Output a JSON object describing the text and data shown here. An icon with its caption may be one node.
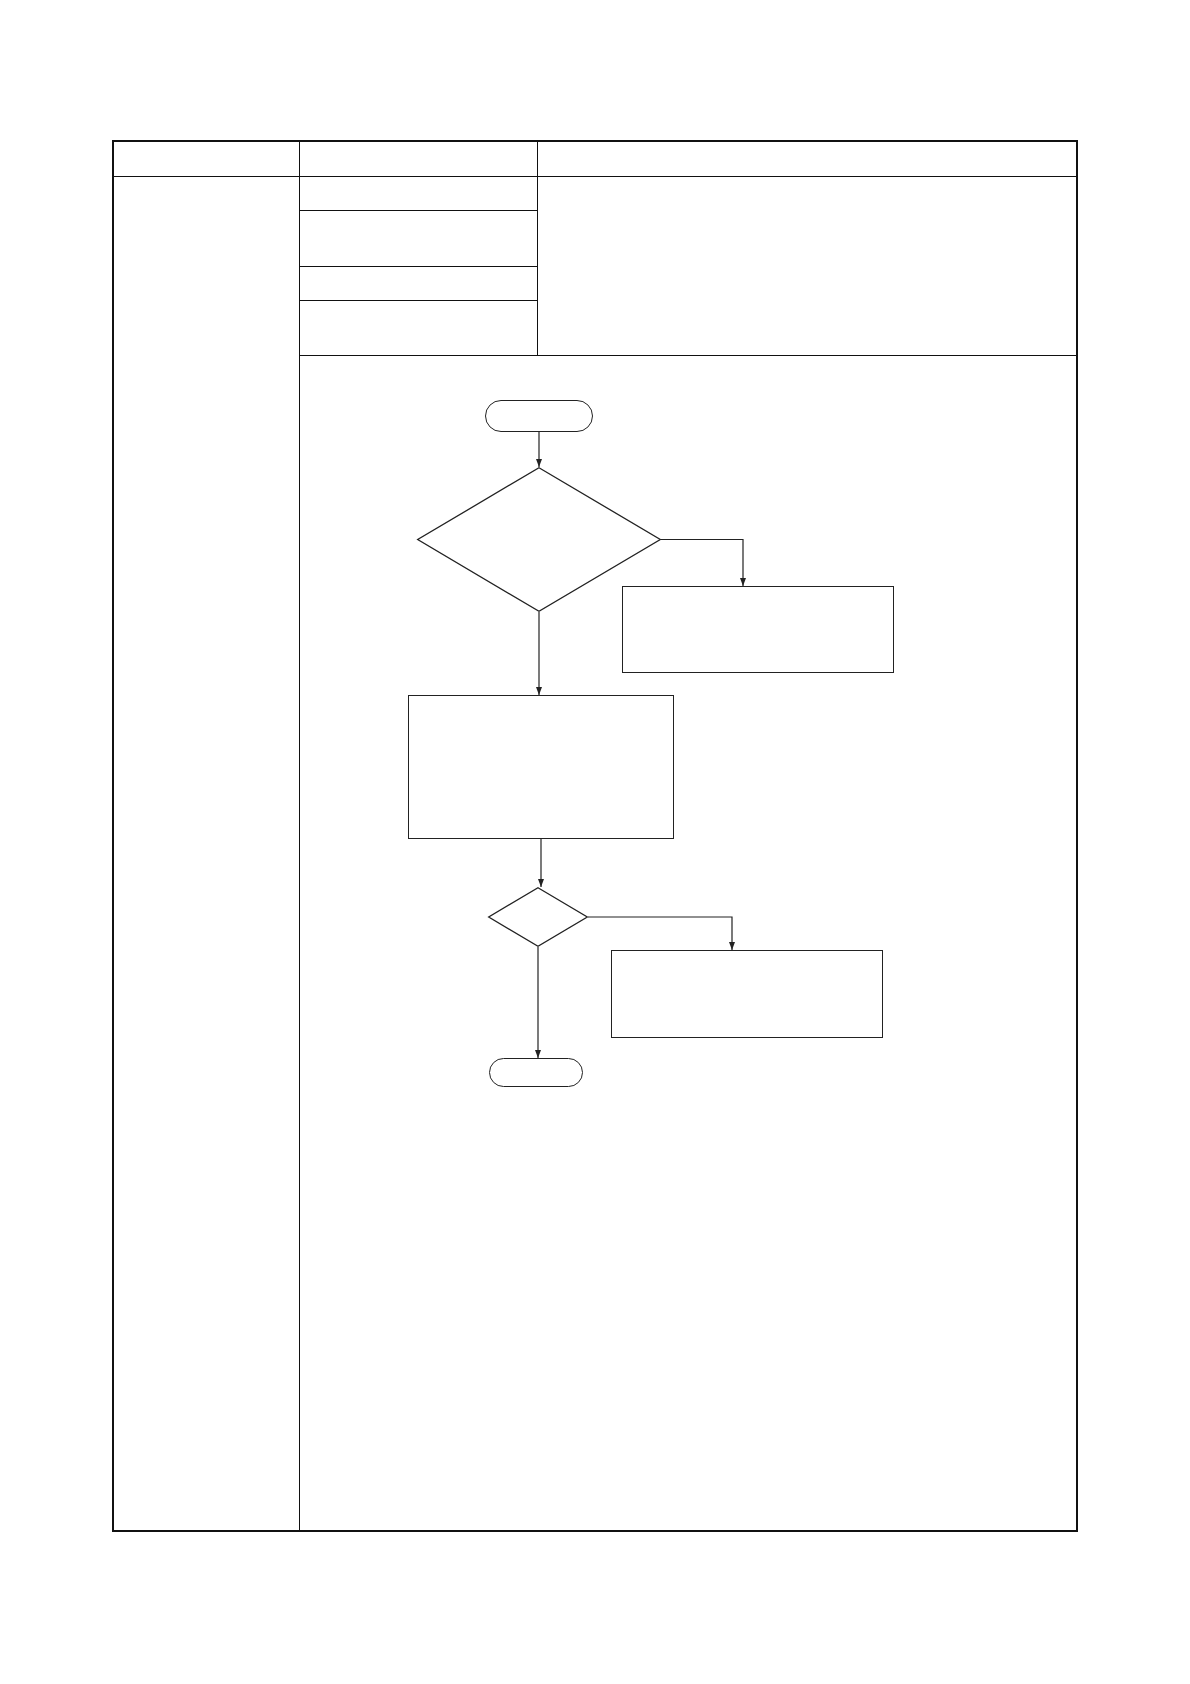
{
  "diagram": {
    "nodes": [
      {
        "text": [],
        "shape": "pill"
      },
      {
        "text": [],
        "shape": "diamond"
      },
      {
        "text": [],
        "shape": "box"
      },
      {
        "text": [],
        "shape": "box"
      },
      {
        "text": [],
        "shape": "diamond"
      },
      {
        "text": [],
        "shape": "box"
      },
      {
        "text": [],
        "shape": "pill"
      }
    ],
    "edges": [
      {
        "from": 0,
        "to": 1,
        "arrow": "to"
      },
      {
        "from": 1,
        "to": 2,
        "arrow": "to"
      },
      {
        "from": 1,
        "to": 3,
        "arrow": "to"
      },
      {
        "from": 3,
        "to": 4,
        "arrow": "to"
      },
      {
        "from": 4,
        "to": 5,
        "arrow": "to"
      },
      {
        "from": 4,
        "to": 6,
        "arrow": "to"
      }
    ]
  }
}
